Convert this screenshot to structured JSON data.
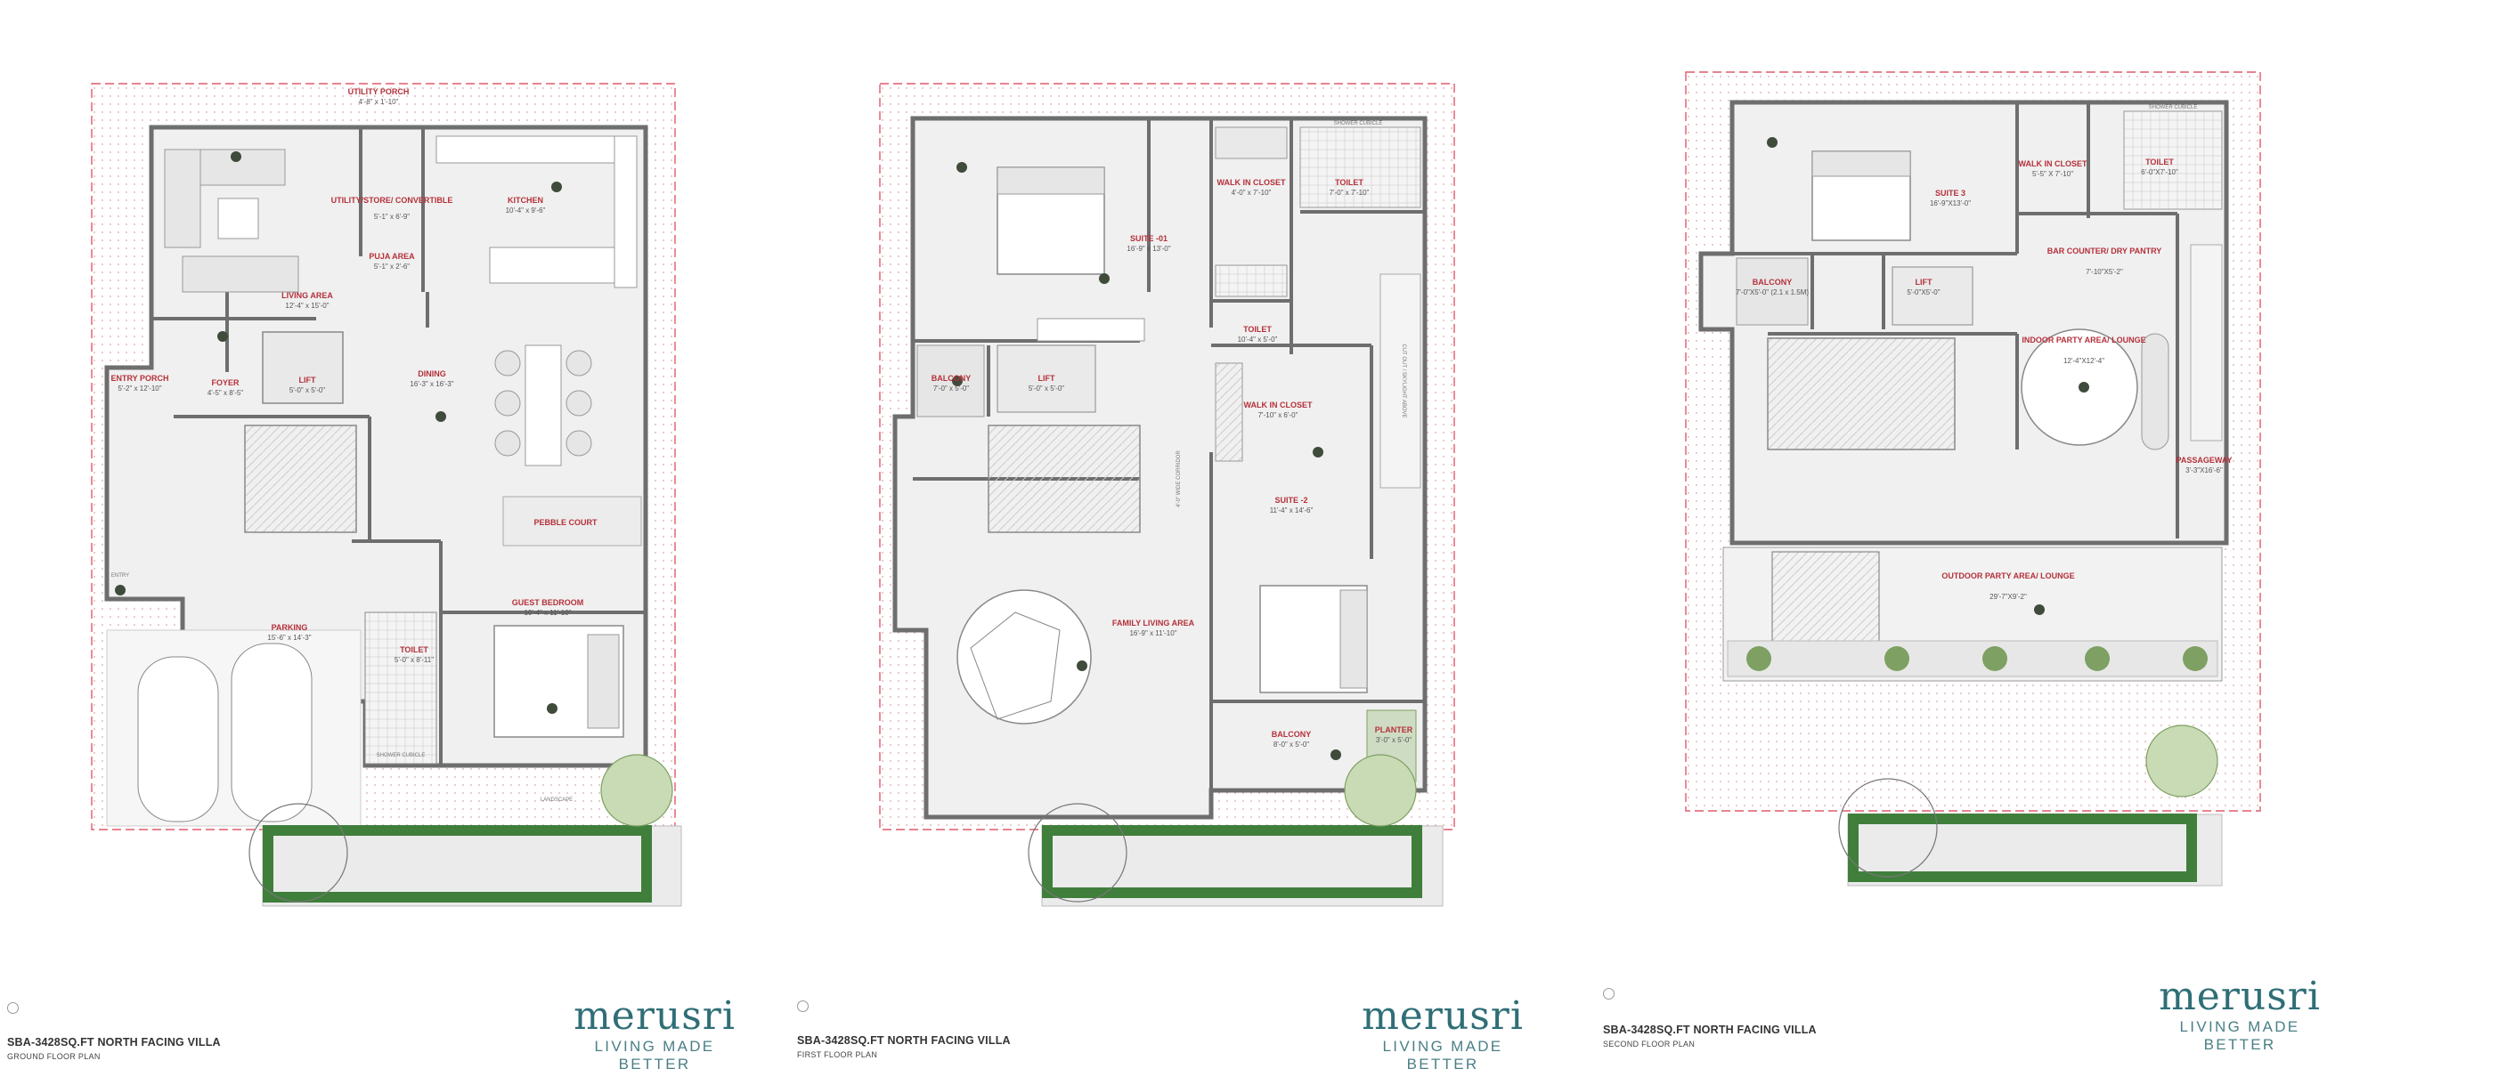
{
  "brand": {
    "name": "merusri",
    "tagline": "LIVING MADE BETTER",
    "name_color": "#2f6e77",
    "tagline_color": "#4a7f86"
  },
  "colors": {
    "wall": "#6e6e6e",
    "floor": "#f0f0f0",
    "room_label": "#b5303a",
    "plot_line": "#e05a6a",
    "greenery": "#3f7f3b"
  },
  "sheets": [
    {
      "title": "SBA-3428SQ.FT NORTH FACING VILLA",
      "subtitle": "GROUND FLOOR PLAN",
      "rooms": [
        {
          "name": "UTILITY PORCH",
          "dim": "4'-8\" x 1'-10\""
        },
        {
          "name": "KITCHEN",
          "dim": "10'-4\" x 9'-6\""
        },
        {
          "name": "UTILITY/STORE/ CONVERTIBLE",
          "dim": "5'-1\" x 6'-9\""
        },
        {
          "name": "PUJA AREA",
          "dim": "5'-1\" x 2'-6\""
        },
        {
          "name": "LIVING AREA",
          "dim": "12'-4\" x 15'-0\""
        },
        {
          "name": "FOYER",
          "dim": "4'-5\" x 8'-5\""
        },
        {
          "name": "LIFT",
          "dim": "5'-0\" x 5'-0\""
        },
        {
          "name": "DINING",
          "dim": "16'-3\" x 16'-3\""
        },
        {
          "name": "ENTRY PORCH",
          "dim": "5'-2\" x 12'-10\""
        },
        {
          "name": "PEBBLE COURT",
          "dim": ""
        },
        {
          "name": "GUEST BEDROOM",
          "dim": "10'-4\" x 11'-10\""
        },
        {
          "name": "TOILET",
          "dim": "5'-0\" x 8'-11\""
        },
        {
          "name": "PARKING",
          "dim": "15'-6\" x 14'-3\""
        }
      ],
      "notes": [
        "ENTRY",
        "SHOWER CUBICLE",
        "LANDSCAPE"
      ]
    },
    {
      "title": "SBA-3428SQ.FT NORTH FACING VILLA",
      "subtitle": "FIRST FLOOR PLAN",
      "rooms": [
        {
          "name": "SUITE -01",
          "dim": "16'-9\" x 13'-0\""
        },
        {
          "name": "WALK IN CLOSET",
          "dim": "4'-0\" x 7'-10\""
        },
        {
          "name": "TOILET",
          "dim": "7'-0\" x 7'-10\""
        },
        {
          "name": "TOILET",
          "dim": "10'-4\" x 5'-0\""
        },
        {
          "name": "BALCONY",
          "dim": "7'-0\" x 5'-0\""
        },
        {
          "name": "LIFT",
          "dim": "5'-0\" x 5'-0\""
        },
        {
          "name": "WALK IN CLOSET",
          "dim": "7'-10\" x 6'-0\""
        },
        {
          "name": "SUITE -2",
          "dim": "11'-4\" x 14'-6\""
        },
        {
          "name": "FAMILY LIVING AREA",
          "dim": "16'-9\" x 11'-10\""
        },
        {
          "name": "BALCONY",
          "dim": "8'-0\" x 5'-0\""
        },
        {
          "name": "PLANTER",
          "dim": "3'-0\" x 5'-0\""
        }
      ],
      "notes": [
        "SHOWER CUBICLE",
        "4'-0\" WIDE CORRIDOR",
        "CUT OUT / SKYLIGHT ABOVE"
      ]
    },
    {
      "title": "SBA-3428SQ.FT NORTH FACING VILLA",
      "subtitle": "SECOND FLOOR PLAN",
      "rooms": [
        {
          "name": "SUITE 3",
          "dim": "16'-9\"X13'-0\""
        },
        {
          "name": "WALK IN CLOSET",
          "dim": "5'-5\" X 7'-10\""
        },
        {
          "name": "TOILET",
          "dim": "6'-0\"X7'-10\""
        },
        {
          "name": "BAR COUNTER/ DRY PANTRY",
          "dim": "7'-10\"X5'-2\""
        },
        {
          "name": "BALCONY",
          "dim": "7'-0\"X5'-0\" (2.1 x 1.5M)"
        },
        {
          "name": "LIFT",
          "dim": "5'-0\"X5'-0\""
        },
        {
          "name": "INDOOR PARTY AREA/ LOUNGE",
          "dim": "12'-4\"X12'-4\""
        },
        {
          "name": "PASSAGEWAY",
          "dim": "3'-3\"X16'-6\""
        },
        {
          "name": "OUTDOOR PARTY AREA/ LOUNGE",
          "dim": "29'-7\"X9'-2\""
        }
      ],
      "notes": [
        "SHOWER CUBICLE"
      ]
    }
  ]
}
